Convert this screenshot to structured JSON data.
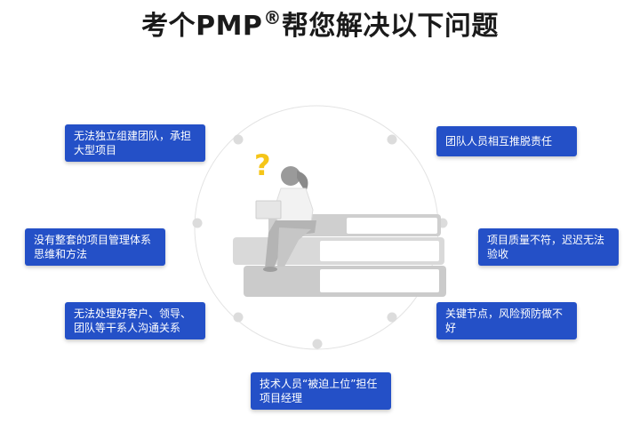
{
  "title": {
    "text": "考个PMP",
    "reg_mark": "®",
    "suffix": "帮您解决以下问题"
  },
  "problems": [
    "无法独立组建团队，承担大型项目",
    "没有整套的项目管理体系思维和方法",
    "无法处理好客户、领导、团队等干系人沟通关系",
    "团队人员相互推脱责任",
    "项目质量不符，迟迟无法验收",
    "关键节点，风险预防做不好",
    "技术人员“被迫上位”担任项目经理"
  ],
  "colors": {
    "box_bg": "#2450c7",
    "question_mark": "#f5c518",
    "circle": "#dedede"
  },
  "illustration": {
    "icon": "person-reading-on-books-icon",
    "question": "?"
  }
}
